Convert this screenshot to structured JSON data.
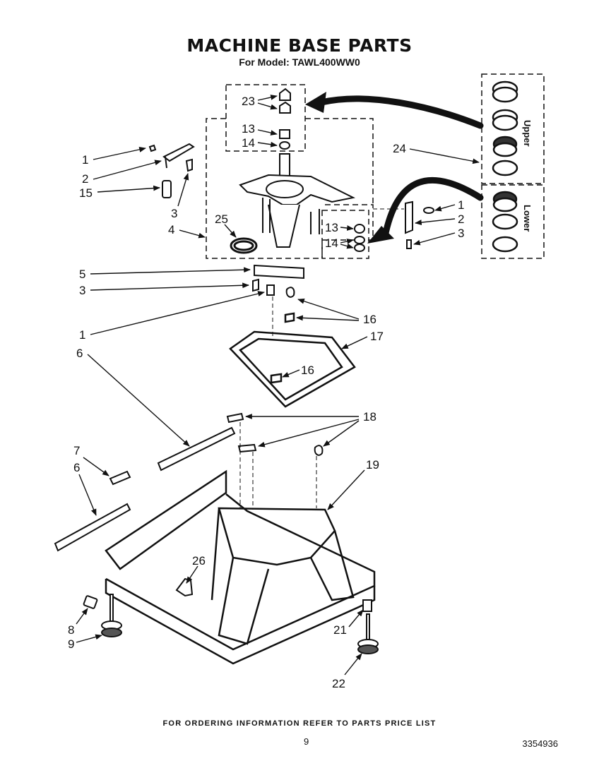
{
  "title": "MACHINE BASE PARTS",
  "subtitle": "For Model: TAWL400WW0",
  "footer_note": "FOR ORDERING INFORMATION REFER TO PARTS PRICE LIST",
  "page_number": "9",
  "document_number": "3354936",
  "group_labels": {
    "upper": "Upper",
    "lower": "Lower"
  },
  "callouts": {
    "c23": "23",
    "c13a": "13",
    "c14a": "14",
    "c1a": "1",
    "c2a": "2",
    "c15": "15",
    "c3a": "3",
    "c4": "4",
    "c25": "25",
    "c24": "24",
    "c1b": "1",
    "c2b": "2",
    "c3b": "3",
    "c13b": "13",
    "c14b": "14",
    "c5": "5",
    "c3c": "3",
    "c1c": "1",
    "c16a": "16",
    "c17": "17",
    "c16b": "16",
    "c6a": "6",
    "c18": "18",
    "c7": "7",
    "c6b": "6",
    "c19": "19",
    "c26": "26",
    "c8": "8",
    "c9": "9",
    "c21": "21",
    "c22": "22"
  }
}
